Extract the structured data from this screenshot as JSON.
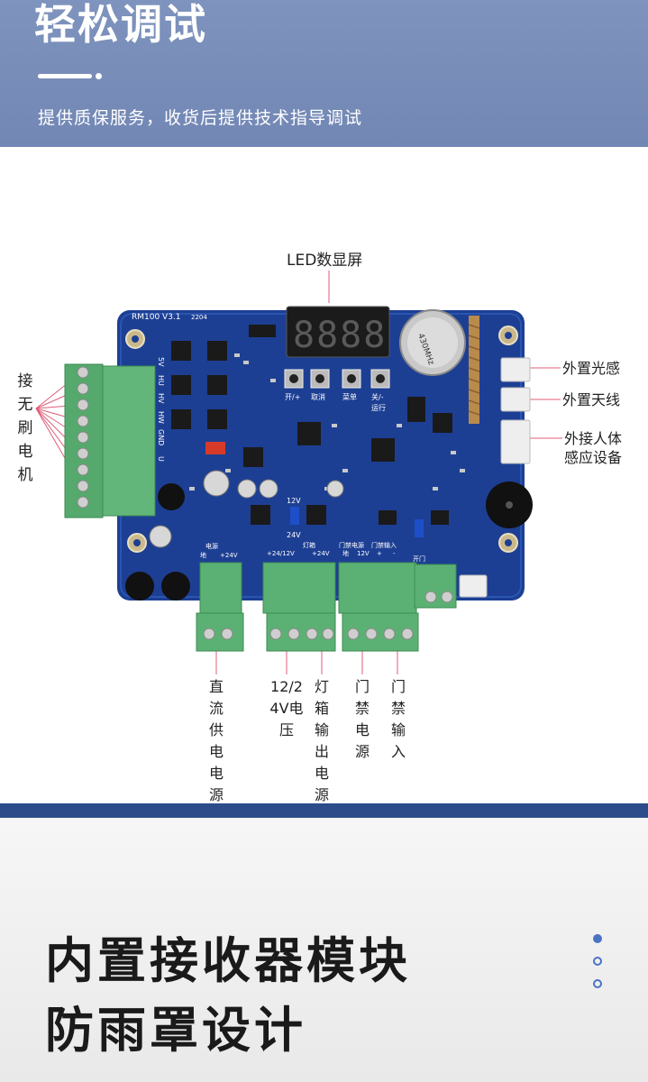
{
  "header": {
    "title": "轻松调试",
    "subtitle": "提供质保服务，收货后提供技术指导调试"
  },
  "product": {
    "board": {
      "model": "RM100 V3.1",
      "code": "2204",
      "display_digits": "8888",
      "battery_label": "430MHz",
      "button_labels": [
        "开/+",
        "取消",
        "菜单",
        "关/-"
      ],
      "run_label": "运行",
      "motor_pins": [
        "5V",
        "HU",
        "HV",
        "HW",
        "GND",
        "U"
      ],
      "jumper_label": "12V",
      "jumper_label2": "24V",
      "terminal_headers": [
        "电源",
        "地",
        "+24V",
        "+24/12V",
        "灯箱",
        "+24V",
        "门禁电源",
        "地",
        "12V",
        "门禁输入",
        "+",
        "-",
        "开门"
      ],
      "colors": {
        "pcb": "#1d3f93",
        "terminal": "#55a96c",
        "silk": "#ffffff"
      }
    },
    "callouts": {
      "led_display": "LED数显屏",
      "external_light_sensor": "外置光感",
      "external_antenna": "外置天线",
      "pir_device": "外接人体感应设备",
      "brushless_motor": "接无刷电机",
      "dc_power": "直流供电电源",
      "voltage": "12/24V电压",
      "lightbox_output": "灯箱输出电源",
      "access_power": "门禁电源",
      "access_input": "门禁输入"
    }
  },
  "footer": {
    "line1": "内置接收器模块",
    "line2": "防雨罩设计",
    "pager": {
      "current": 1,
      "total": 3
    }
  }
}
